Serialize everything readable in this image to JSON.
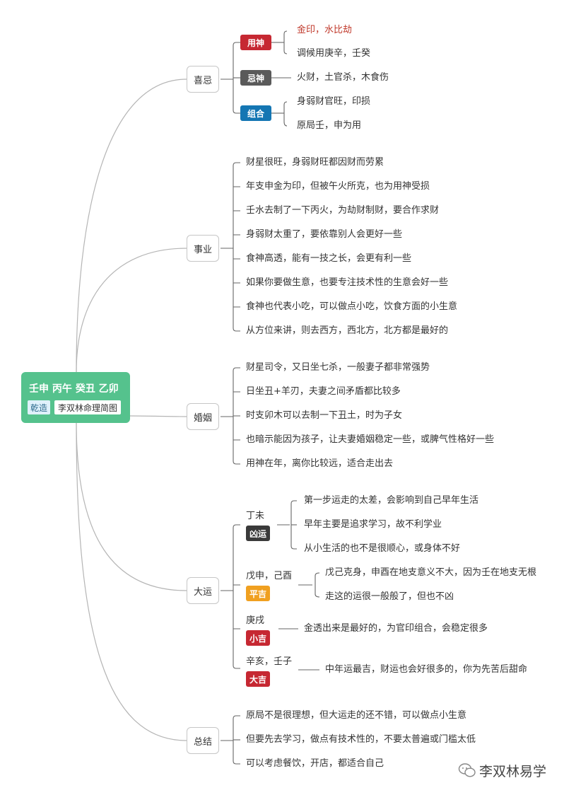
{
  "root": {
    "title": "壬申 丙午 癸丑 乙卯",
    "tag1": "乾造",
    "tag2": "李双林命理简图"
  },
  "sections": {
    "xiji": {
      "label": "喜忌",
      "yongshen": {
        "tag": "用神",
        "items": [
          "金印，水比劫",
          "调候用庚辛，壬癸"
        ]
      },
      "jishen": {
        "tag": "忌神",
        "items": [
          "火财，土官杀，木食伤"
        ]
      },
      "zuhe": {
        "tag": "组合",
        "items": [
          "身弱财官旺，印损",
          "原局壬，申为用"
        ]
      }
    },
    "shiye": {
      "label": "事业",
      "items": [
        "财星很旺，身弱财旺都因财而劳累",
        "年支申金为印，但被午火所克，也为用神受损",
        "壬水去制了一下丙火，为劫财制财，要合作求财",
        "身弱财太重了，要依靠别人会更好一些",
        "食神高透，能有一技之长，会更有利一些",
        "如果你要做生意，也要专注技术性的生意会好一些",
        "食神也代表小吃，可以做点小吃，饮食方面的小生意",
        "从方位来讲，则去西方，西北方，北方都是最好的"
      ]
    },
    "hunyin": {
      "label": "婚姻",
      "items": [
        "财星司令，又日坐七杀，一般妻子都非常强势",
        "日坐丑+羊刃，夫妻之间矛盾都比较多",
        "时支卯木可以去制一下丑土，时为子女",
        "也暗示能因为孩子，让夫妻婚姻稳定一些，或脾气性格好一些",
        "用神在年，离你比较远，适合走出去"
      ]
    },
    "dayun": {
      "label": "大运",
      "groups": [
        {
          "name": "丁未",
          "tag": "凶运",
          "items": [
            "第一步运走的太差，会影响到自己早年生活",
            "早年主要是追求学习，故不利学业",
            "从小生活的也不是很顺心，或身体不好"
          ]
        },
        {
          "name": "戊申，己酉",
          "tag": "平吉",
          "items": [
            "戊己克身，申酉在地支意义不大，因为壬在地支无根",
            "走这的运很一般般了，但也不凶"
          ]
        },
        {
          "name": "庚戌",
          "tag": "小吉",
          "items": [
            "金透出来是最好的，为官印组合，会稳定很多"
          ]
        },
        {
          "name": "辛亥，壬子",
          "tag": "大吉",
          "items": [
            "中年运最吉，财运也会好很多的，你为先苦后甜命"
          ]
        }
      ]
    },
    "zongjie": {
      "label": "总结",
      "items": [
        "原局不是很理想，但大运走的还不错，可以做点小生意",
        "但要先去学习，做点有技术性的，不要太普遍或门槛太低",
        "可以考虑餐饮，开店，都适合自己"
      ]
    }
  },
  "watermark": "李双林易学",
  "colors": {
    "root": "#55c28d",
    "yongshen": "#c62832",
    "jishen": "#5a5a5a",
    "zuhe": "#1476b3",
    "xiongyun": "#3a3a3a",
    "pingji": "#f0a020",
    "ji": "#c62832"
  }
}
